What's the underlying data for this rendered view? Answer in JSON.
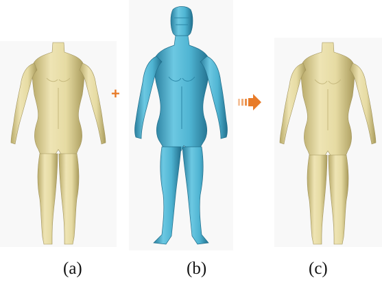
{
  "captions": {
    "a": "(a)",
    "b": "(b)",
    "c": "(c)"
  },
  "operators": {
    "plus": "+",
    "arrow": "arrow-right-icon"
  },
  "colors": {
    "template_body": "#e6dba3",
    "template_shade": "#b9ab6a",
    "scan_body": "#4fb4d2",
    "scan_shade": "#2a7f9e",
    "operator": "#e87c2a",
    "caption": "#111111"
  }
}
